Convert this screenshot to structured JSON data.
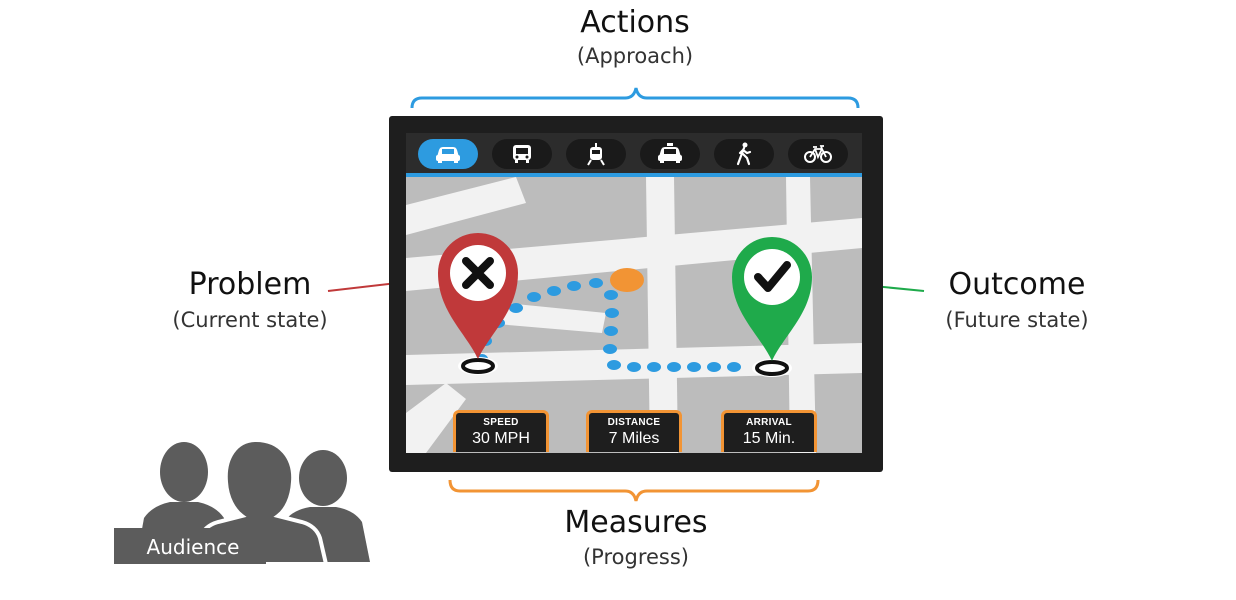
{
  "actions": {
    "title": "Actions",
    "subtitle": "(Approach)"
  },
  "measures": {
    "title": "Measures",
    "subtitle": "(Progress)"
  },
  "problem": {
    "title": "Problem",
    "subtitle": "(Current state)"
  },
  "outcome": {
    "title": "Outcome",
    "subtitle": "(Future state)"
  },
  "audience": {
    "label": "Audience"
  },
  "transport_modes": [
    {
      "icon": "car-icon",
      "active": true
    },
    {
      "icon": "bus-icon",
      "active": false
    },
    {
      "icon": "tram-icon",
      "active": false
    },
    {
      "icon": "taxi-icon",
      "active": false
    },
    {
      "icon": "walk-icon",
      "active": false
    },
    {
      "icon": "bike-icon",
      "active": false
    }
  ],
  "stats": {
    "speed": {
      "label": "SPEED",
      "value": "30 MPH"
    },
    "distance": {
      "label": "DISTANCE",
      "value": "7 Miles"
    },
    "arrival": {
      "label": "ARRIVAL",
      "value": "15 Min."
    }
  },
  "colors": {
    "actions_bracket": "#2d9be0",
    "measures_bracket": "#f29434",
    "problem_pin": "#c0393a",
    "outcome_pin": "#1faa4b",
    "route_dots": "#2d9be0",
    "waypoint": "#f29434",
    "person_silhouette": "#5c5c5c"
  }
}
